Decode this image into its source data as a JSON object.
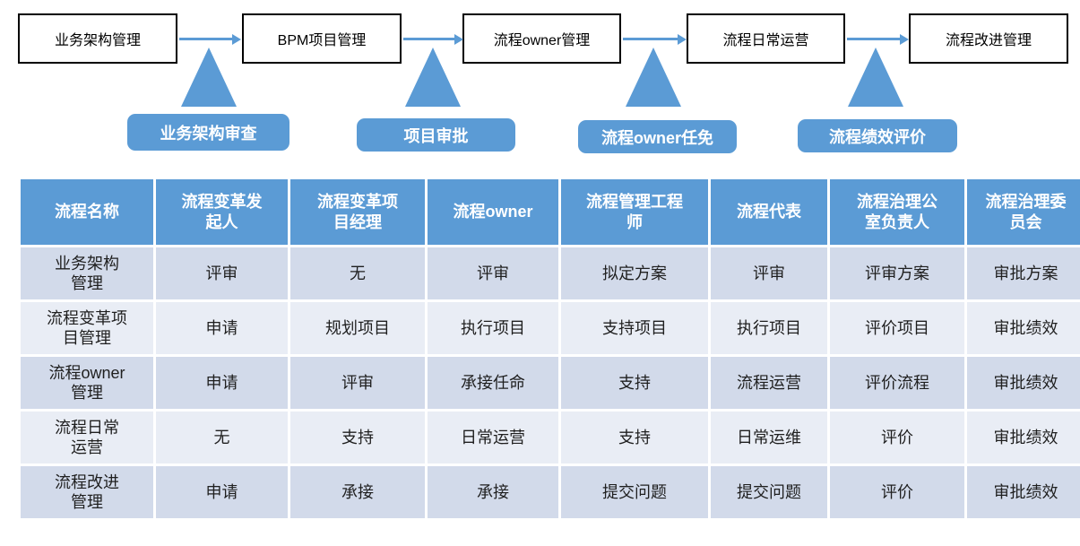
{
  "flow": {
    "stages": [
      "业务架构管理",
      "BPM项目管理",
      "流程owner管理",
      "流程日常运营",
      "流程改进管理"
    ],
    "gates": [
      "业务架构审查",
      "项目审批",
      "流程owner任免",
      "流程绩效评价"
    ]
  },
  "table": {
    "headers": [
      "流程名称",
      "流程变革发\n起人",
      "流程变革项\n目经理",
      "流程owner",
      "流程管理工程\n师",
      "流程代表",
      "流程治理公\n室负责人",
      "流程治理委\n员会"
    ],
    "rows": [
      {
        "name": "业务架构\n管理",
        "cells": [
          "评审",
          "无",
          "评审",
          "拟定方案",
          "评审",
          "评审方案",
          "审批方案"
        ]
      },
      {
        "name": "流程变革项\n目管理",
        "cells": [
          "申请",
          "规划项目",
          "执行项目",
          "支持项目",
          "执行项目",
          "评价项目",
          "审批绩效"
        ]
      },
      {
        "name": "流程owner\n管理",
        "cells": [
          "申请",
          "评审",
          "承接任命",
          "支持",
          "流程运营",
          "评价流程",
          "审批绩效"
        ]
      },
      {
        "name": "流程日常\n运营",
        "cells": [
          "无",
          "支持",
          "日常运营",
          "支持",
          "日常运维",
          "评价",
          "审批绩效"
        ]
      },
      {
        "name": "流程改进\n管理",
        "cells": [
          "申请",
          "承接",
          "承接",
          "提交问题",
          "提交问题",
          "评价",
          "审批绩效"
        ]
      }
    ]
  },
  "colors": {
    "accent_blue": "#5B9BD5",
    "band_dark": "#D2DAEA",
    "band_light": "#E9EDF5",
    "box_border": "#000000",
    "body_text": "#1f1f1f"
  }
}
